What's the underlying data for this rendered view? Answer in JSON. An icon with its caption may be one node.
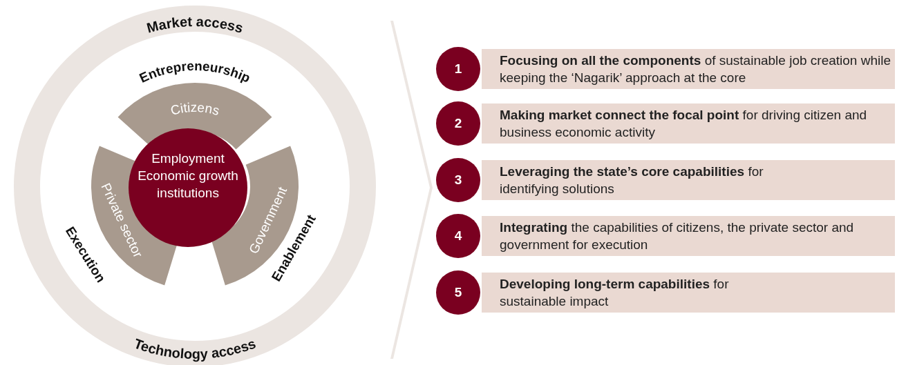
{
  "diagram": {
    "nodes": [
      {
        "text": [
          "Market access",
          "Technology access"
        ]
      },
      {
        "text": [
          "Citizens"
        ],
        "in": 0
      },
      {
        "text": [
          "Private sector"
        ],
        "in": 0
      },
      {
        "text": [
          "Government"
        ],
        "in": 0
      },
      {
        "text": [
          "Employment Economic growth institutions"
        ],
        "in": 0
      },
      {
        "text": [
          "1"
        ]
      },
      {
        "text": [
          "**Focusing on all the components** of sustainable job creation while keeping the ‘Nagarik’ approach at the core"
        ]
      },
      {
        "text": [
          "2"
        ]
      },
      {
        "text": [
          "**Making market connect the focal point** for driving citizen and business economic activity"
        ]
      },
      {
        "text": [
          "3"
        ]
      },
      {
        "text": [
          "**Leveraging the state’s core capabilities** for identifying solutions"
        ]
      },
      {
        "text": [
          "4"
        ]
      },
      {
        "text": [
          "**Integrating** the capabilities of citizens, the private sector and government for execution"
        ]
      },
      {
        "text": [
          "5"
        ]
      },
      {
        "text": [
          "**Developing long-term capabilities** for sustainable impact"
        ]
      },
      {
        "text": [],
        "shape": "chevron"
      }
    ],
    "labels": [
      "Entrepreneurship",
      "Execution",
      "Enablement"
    ]
  }
}
